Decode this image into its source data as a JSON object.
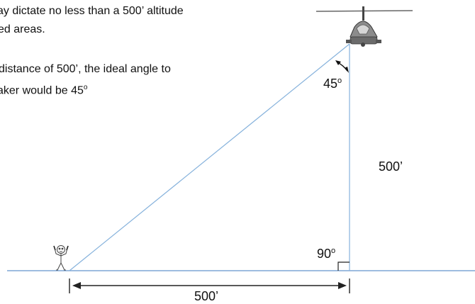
{
  "text": {
    "line1": "ay dictate no less than a 500’ altitude",
    "line2": "ed areas.",
    "line3": "distance of 500’, the ideal angle to",
    "line4": "aker would be 45",
    "line4_suffix": "o"
  },
  "labels": {
    "top_angle": "45",
    "top_angle_sup": "o",
    "right_angle": "90",
    "right_angle_sup": "o",
    "vertical_distance": "500’",
    "horizontal_distance": "500’"
  },
  "colors": {
    "ground": "#7ea6d6",
    "sight_line": "#86b2dc",
    "text": "#111111"
  }
}
